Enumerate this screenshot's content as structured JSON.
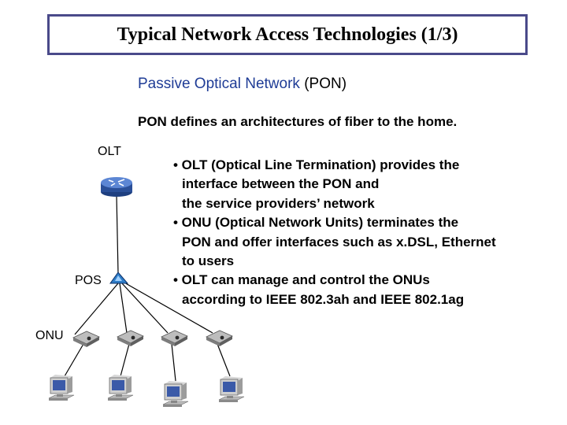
{
  "slide": {
    "title": "Typical Network Access Technologies (1/3)",
    "subtitle_main": "Passive Optical Network",
    "subtitle_acronym": "(PON)",
    "definition": "PON defines an architectures of fiber to the home."
  },
  "diagram": {
    "olt_label": "OLT",
    "pos_label": "POS",
    "onu_label": "ONU",
    "onu_count": 4,
    "pc_count": 4,
    "colors": {
      "device_body": "#9a9a9a",
      "router_blue": "#3a64b4",
      "splitter_blue": "#2e7dc8",
      "line": "#000000"
    }
  },
  "bullets": [
    {
      "line1": "• OLT (Optical Line Termination) provides the",
      "rest": [
        "interface between the PON and",
        "the service providers’ network"
      ]
    },
    {
      "line1": "• ONU (Optical Network Units) terminates the",
      "rest": [
        "PON and offer interfaces such as x.DSL, Ethernet",
        "to users"
      ]
    },
    {
      "line1": "• OLT can manage and control the ONUs",
      "rest": [
        "according to IEEE 802.3ah and IEEE 802.1ag"
      ]
    }
  ]
}
